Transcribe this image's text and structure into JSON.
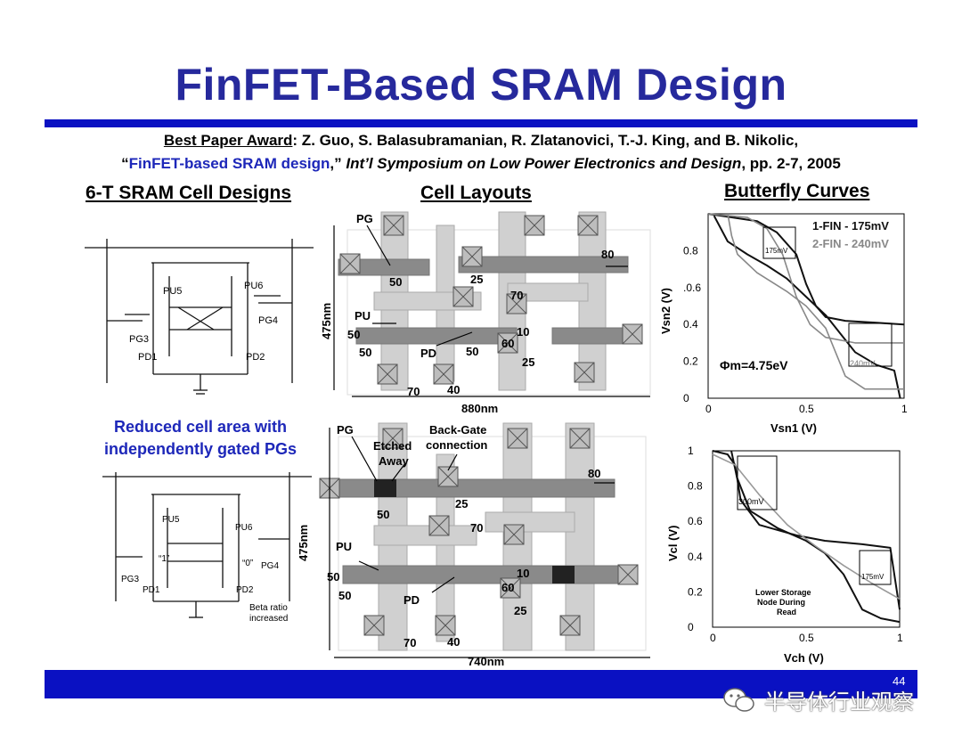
{
  "slide": {
    "title": "FinFET-Based SRAM Design",
    "citation": {
      "award": "Best Paper Award",
      "authors": ": Z. Guo, S. Balasubramanian, R. Zlatanovici, T.-J. King, and B. Nikolic,",
      "open_quote": "“",
      "paper_title": "FinFET-based SRAM design",
      "close_quote": ",” ",
      "venue": "Int’l Symposium on Low Power Electronics and Design",
      "pages": ", pp. 2-7, 2005"
    },
    "col_headers": {
      "designs": "6-T SRAM Cell Designs",
      "layouts": "Cell Layouts",
      "curves": "Butterfly Curves"
    },
    "note": "Reduced cell area with independently gated PGs",
    "page_number": "44",
    "watermark": "半导体行业观察"
  },
  "schematics": {
    "top": {
      "pu5": "PU5",
      "pu6": "PU6",
      "pg3": "PG3",
      "pg4": "PG4",
      "pd1": "PD1",
      "pd2": "PD2"
    },
    "bottom": {
      "pu5": "PU5",
      "pu6": "PU6",
      "pg3": "PG3",
      "pg4": "PG4",
      "pd1": "PD1",
      "pd2": "PD2",
      "node1": "“1”",
      "node0": "“0”",
      "beta": "Beta ratio",
      "beta2": "increased"
    }
  },
  "layouts": {
    "top": {
      "height_dim": "475nm",
      "width_dim": "880nm",
      "pg": "PG",
      "pu": "PU",
      "pd": "PD",
      "d80": "80",
      "d25": "25",
      "d70a": "70",
      "d50a": "50",
      "d50b": "50",
      "d50c": "50",
      "d50d": "50",
      "d60": "60",
      "d10": "10",
      "d25b": "25",
      "d70b": "70",
      "d40": "40"
    },
    "bottom": {
      "height_dim": "475nm",
      "width_dim": "740nm",
      "pg": "PG",
      "pu": "PU",
      "pd": "PD",
      "etched": "Etched",
      "away": "Away",
      "backgate": "Back-Gate",
      "connection": "connection",
      "d80": "80",
      "d25": "25",
      "d70a": "70",
      "d50a": "50",
      "d50b": "50",
      "d50c": "50",
      "d60": "60",
      "d10": "10",
      "d25b": "25",
      "d70b": "70",
      "d40": "40"
    }
  },
  "chart_data": [
    {
      "type": "line",
      "title": "",
      "xlabel": "Vsn1 (V)",
      "ylabel": "Vsn2 (V)",
      "xlim": [
        0,
        1
      ],
      "ylim": [
        0,
        1
      ],
      "xticks": [
        "0",
        "0.5",
        "1"
      ],
      "yticks": [
        "0",
        "0.2",
        "0.4",
        ".0.6",
        "0.8"
      ],
      "annotation": "Φm=4.75eV",
      "legend": [
        {
          "name": "1-FIN - 175mV",
          "color": "#111111"
        },
        {
          "name": "2-FIN - 240mV",
          "color": "#888888"
        }
      ],
      "snm_boxes": [
        "175mV",
        "240mV"
      ],
      "series": [
        {
          "name": "1-FIN - 175mV",
          "color": "#111111",
          "curves": [
            {
              "x": [
                0,
                0.25,
                0.35,
                0.45,
                0.5,
                0.55,
                0.6,
                0.7,
                0.85,
                1.0
              ],
              "y": [
                1.0,
                0.96,
                0.9,
                0.78,
                0.62,
                0.5,
                0.44,
                0.42,
                0.41,
                0.4
              ]
            },
            {
              "x": [
                0.03,
                0.1,
                0.2,
                0.3,
                0.4,
                0.5,
                0.6,
                0.75,
                0.86,
                0.95,
                0.98
              ],
              "y": [
                0.99,
                0.85,
                0.78,
                0.72,
                0.65,
                0.55,
                0.45,
                0.25,
                0.18,
                0.15,
                0.0
              ]
            }
          ]
        },
        {
          "name": "2-FIN - 240mV",
          "color": "#888888",
          "curves": [
            {
              "x": [
                0,
                0.2,
                0.3,
                0.38,
                0.45,
                0.52,
                0.6,
                0.75,
                1.0
              ],
              "y": [
                1.0,
                0.98,
                0.92,
                0.78,
                0.55,
                0.4,
                0.33,
                0.3,
                0.3
              ]
            },
            {
              "x": [
                0.1,
                0.12,
                0.15,
                0.25,
                0.4,
                0.5,
                0.6,
                0.7,
                0.8,
                1.0
              ],
              "y": [
                1.0,
                0.88,
                0.78,
                0.68,
                0.58,
                0.5,
                0.38,
                0.12,
                0.05,
                0.05
              ]
            }
          ]
        }
      ]
    },
    {
      "type": "line",
      "title": "",
      "xlabel": "Vch (V)",
      "ylabel": "Vcl (V)",
      "xlim": [
        0,
        1
      ],
      "ylim": [
        0,
        1
      ],
      "xticks": [
        "0",
        "0.5",
        "1"
      ],
      "yticks": [
        "0",
        "0.2",
        "0.4",
        "0.6",
        "0.8",
        "1"
      ],
      "annotation": "Lower Storage Node During Read",
      "snm_boxes": [
        "300mV",
        "175mV"
      ],
      "series": [
        {
          "name": "",
          "color": "#111111",
          "curves": [
            {
              "x": [
                0,
                0.08,
                0.12,
                0.15,
                0.25,
                0.45,
                0.6,
                0.8,
                0.95,
                1.0
              ],
              "y": [
                1.0,
                0.98,
                0.92,
                0.72,
                0.58,
                0.52,
                0.49,
                0.47,
                0.45,
                0.1
              ]
            },
            {
              "x": [
                0.1,
                0.13,
                0.2,
                0.35,
                0.5,
                0.6,
                0.7,
                0.8,
                0.9,
                1.0
              ],
              "y": [
                1.0,
                0.85,
                0.66,
                0.56,
                0.49,
                0.42,
                0.3,
                0.1,
                0.05,
                0.03
              ]
            }
          ]
        },
        {
          "name": "",
          "color": "#999999",
          "curves": [
            {
              "x": [
                0,
                0.12,
                0.25,
                0.4,
                0.55,
                0.7,
                0.85,
                1.0
              ],
              "y": [
                0.98,
                0.92,
                0.75,
                0.58,
                0.46,
                0.35,
                0.25,
                0.16
              ]
            }
          ]
        }
      ]
    }
  ]
}
